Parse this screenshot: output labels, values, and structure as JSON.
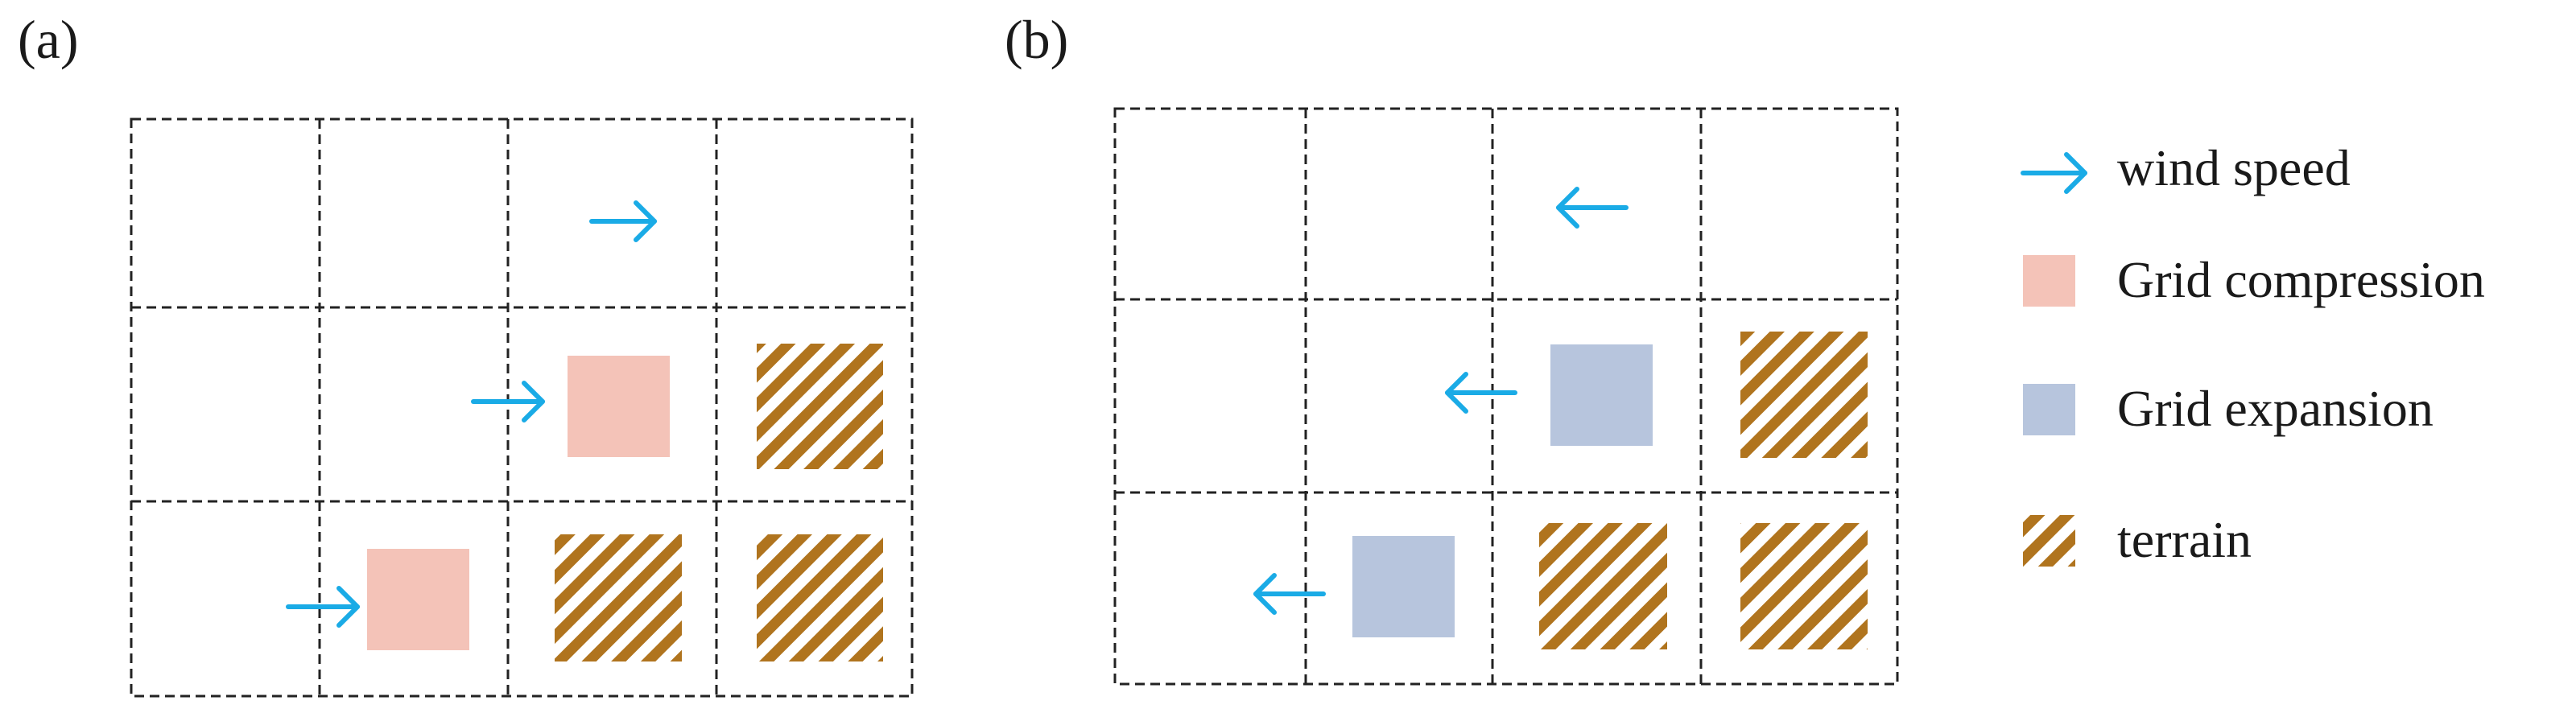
{
  "panels": [
    {
      "label": "(a)"
    },
    {
      "label": "(b)"
    }
  ],
  "legend": {
    "items": [
      {
        "icon": "wind-arrow-icon",
        "label": "wind speed"
      },
      {
        "icon": "compression-swatch-icon",
        "label": "Grid compression"
      },
      {
        "icon": "expansion-swatch-icon",
        "label": "Grid expansion"
      },
      {
        "icon": "terrain-swatch-icon",
        "label": "terrain"
      }
    ]
  },
  "colors": {
    "wind": "#1aabe6",
    "compression": "#f4c3b8",
    "expansion": "#b7c5dd",
    "terrain_stripe": "#b0741e",
    "grid_line": "#222222"
  }
}
